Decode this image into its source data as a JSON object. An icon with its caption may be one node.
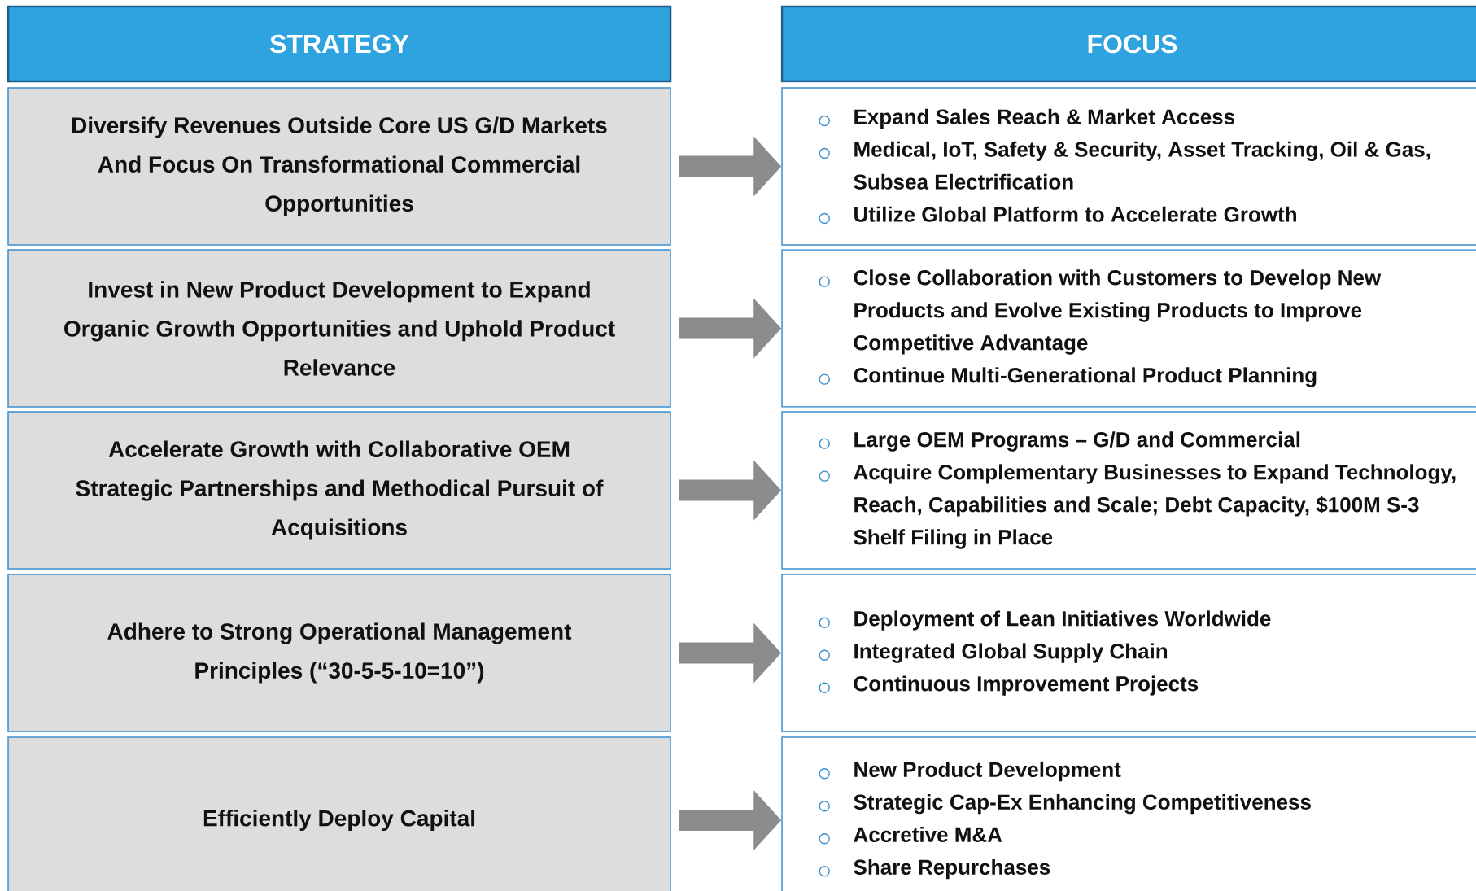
{
  "diagram": {
    "nodes": [
      {
        "text": [
          "STRATEGY"
        ]
      },
      {
        "text": [
          "FOCUS"
        ]
      },
      {
        "text": [
          "Diversify Revenues Outside Core US G/D Markets And Focus On Transformational Commercial Opportunities"
        ]
      },
      {
        "text": [
          "Expand Sales Reach & Market Access",
          "Medical, IoT, Safety & Security, Asset Tracking, Oil & Gas, Subsea Electrification",
          "Utilize Global Platform to Accelerate Growth"
        ]
      },
      {
        "text": [
          "Invest in New Product Development to Expand Organic Growth Opportunities and Uphold Product Relevance"
        ]
      },
      {
        "text": [
          "Close Collaboration with Customers to Develop New Products and Evolve Existing Products to Improve Competitive Advantage",
          "Continue Multi-Generational Product Planning"
        ]
      },
      {
        "text": [
          "Accelerate Growth with Collaborative OEM Strategic Partnerships and Methodical Pursuit of Acquisitions"
        ]
      },
      {
        "text": [
          "Large OEM Programs – G/D and Commercial",
          "Acquire Complementary Businesses to Expand Technology, Reach, Capabilities and Scale;  Debt Capacity, $100M S-3 Shelf Filing in Place"
        ]
      },
      {
        "text": [
          "Adhere to Strong Operational Management Principles (“30-5-5-10=10”)"
        ]
      },
      {
        "text": [
          "Deployment of Lean Initiatives Worldwide",
          "Integrated Global Supply Chain",
          "Continuous Improvement Projects"
        ]
      },
      {
        "text": [
          "Efficiently Deploy Capital"
        ]
      },
      {
        "text": [
          "New Product Development",
          "Strategic Cap-Ex Enhancing Competitiveness",
          "Accretive M&A",
          "Share Repurchases"
        ]
      }
    ],
    "edges": [
      {
        "from": 2,
        "to": 3,
        "arrow": "to"
      },
      {
        "from": 4,
        "to": 5,
        "arrow": "to"
      },
      {
        "from": 6,
        "to": 7,
        "arrow": "to"
      },
      {
        "from": 8,
        "to": 9,
        "arrow": "to"
      },
      {
        "from": 10,
        "to": 11,
        "arrow": "to"
      }
    ]
  }
}
